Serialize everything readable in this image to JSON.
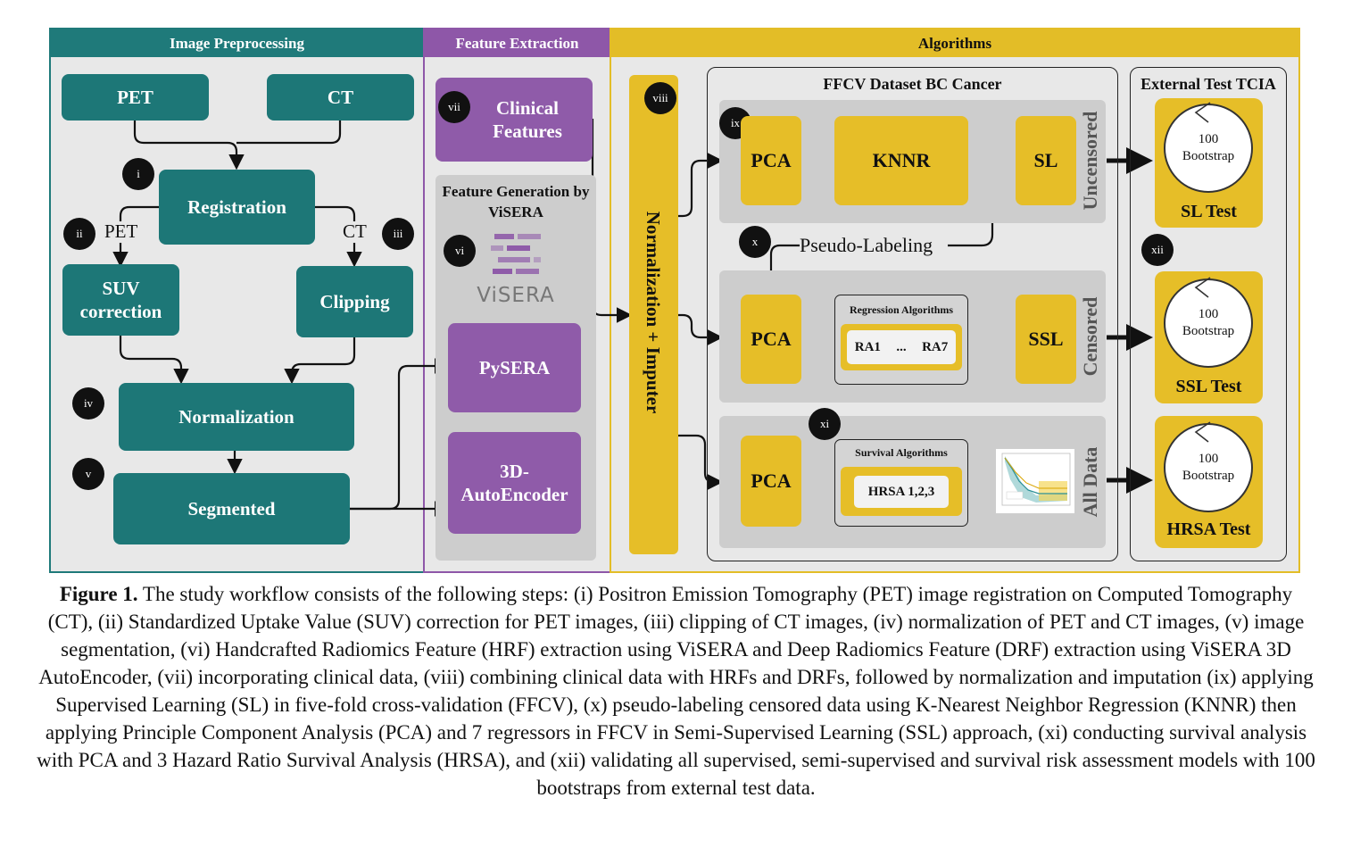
{
  "sections": {
    "image_preprocessing": "Image Preprocessing",
    "feature_extraction": "Feature Extraction",
    "algorithms": "Algorithms"
  },
  "preprocessing": {
    "pet": "PET",
    "ct": "CT",
    "registration": "Registration",
    "pet_branch": "PET",
    "ct_branch": "CT",
    "suv_correction": "SUV correction",
    "clipping": "Clipping",
    "normalization": "Normalization",
    "segmented": "Segmented"
  },
  "features": {
    "clinical": "Clinical Features",
    "generation_title": "Feature Generation by ViSERA",
    "visera_logo": "ViSERA",
    "pysera": "PySERA",
    "autoencoder": "3D-AutoEncoder"
  },
  "steps": {
    "i": "i",
    "ii": "ii",
    "iii": "iii",
    "iv": "iv",
    "v": "v",
    "vi": "vi",
    "vii": "vii",
    "viii": "viii",
    "ix": "ix",
    "x": "x",
    "xi": "xi",
    "xii": "xii"
  },
  "algorithms": {
    "norm_imputer": "Normalization + Imputer",
    "ffcv_title": "FFCV Dataset BC Cancer",
    "external_title": "External Test TCIA",
    "pca": "PCA",
    "knnr": "KNNR",
    "sl": "SL",
    "ssl": "SSL",
    "uncensored": "Uncensored",
    "censored": "Censored",
    "all_data": "All Data",
    "pseudo_labeling": "Pseudo-Labeling",
    "regression_title": "Regression Algorithms",
    "ra1": "RA1",
    "ra_dots": "...",
    "ra7": "RA7",
    "survival_title": "Survival Algorithms",
    "hrsa": "HRSA 1,2,3",
    "bootstrap_num": "100",
    "bootstrap_word": "Bootstrap",
    "sl_test": "SL Test",
    "ssl_test": "SSL Test",
    "hrsa_test": "HRSA Test"
  },
  "caption": {
    "label": "Figure 1.",
    "text": " The study workflow consists of the following steps: (i) Positron Emission Tomography (PET) image registration on Computed Tomography (CT), (ii) Standardized Uptake Value (SUV) correction for PET images, (iii) clipping of CT images, (iv) normalization of PET and CT images, (v) image segmentation, (vi) Handcrafted Radiomics Feature (HRF) extraction using ViSERA and Deep Radiomics Feature (DRF) extraction using ViSERA 3D AutoEncoder, (vii) incorporating clinical data, (viii) combining clinical data with HRFs and DRFs, followed by normalization and imputation (ix) applying Supervised Learning (SL) in five-fold cross-validation (FFCV), (x) pseudo-labeling censored data using K-Nearest Neighbor Regression (KNNR) then applying Principle Component Analysis (PCA) and 7 regressors in FFCV in Semi-Supervised Learning (SSL) approach, (xi) conducting survival analysis with PCA and 3 Hazard Ratio Survival Analysis (HRSA), and (xii) validating all supervised, semi-supervised and survival risk assessment models with 100 bootstraps from external test data."
  },
  "colors": {
    "teal": "#1d7777",
    "purple": "#8f5ba9",
    "yellow": "#e6be28",
    "panel_bg": "#e8e8e8"
  }
}
